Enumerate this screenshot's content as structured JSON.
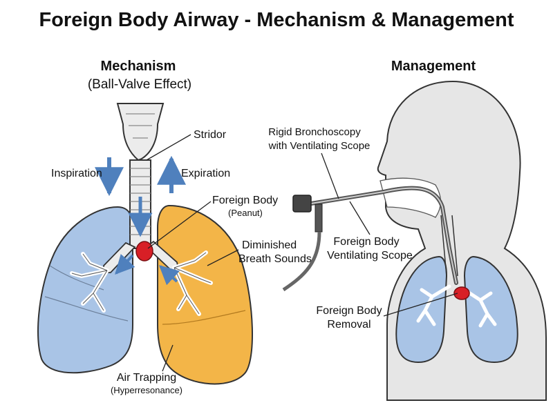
{
  "title": "Foreign Body Airway - Mechanism & Management",
  "mechanism": {
    "heading": "Mechanism",
    "subheading": "(Ball-Valve Effect)",
    "labels": {
      "stridor": "Stridor",
      "inspiration": "Inspiration",
      "expiration": "Expiration",
      "foreign_body": "Foreign Body",
      "foreign_body_sub": "(Peanut)",
      "diminished_1": "Diminished",
      "diminished_2": "Breath Sounds",
      "air_trapping": "Air Trapping",
      "air_trapping_sub": "(Hyperresonance)"
    }
  },
  "management": {
    "heading": "Management",
    "labels": {
      "rigid_1": "Rigid Bronchoscopy",
      "rigid_2": "with Ventilating Scope",
      "fb_scope_1": "Foreign Body",
      "fb_scope_2": "Ventilating Scope",
      "removal_1": "Foreign Body",
      "removal_2": "Removal"
    }
  },
  "colors": {
    "normal_lung": "#a9c4e6",
    "trapped_lung": "#f3b548",
    "foreign_body": "#d81f26",
    "arrow": "#4f80bd",
    "outline": "#333333",
    "body_silhouette": "#e6e6e6"
  }
}
